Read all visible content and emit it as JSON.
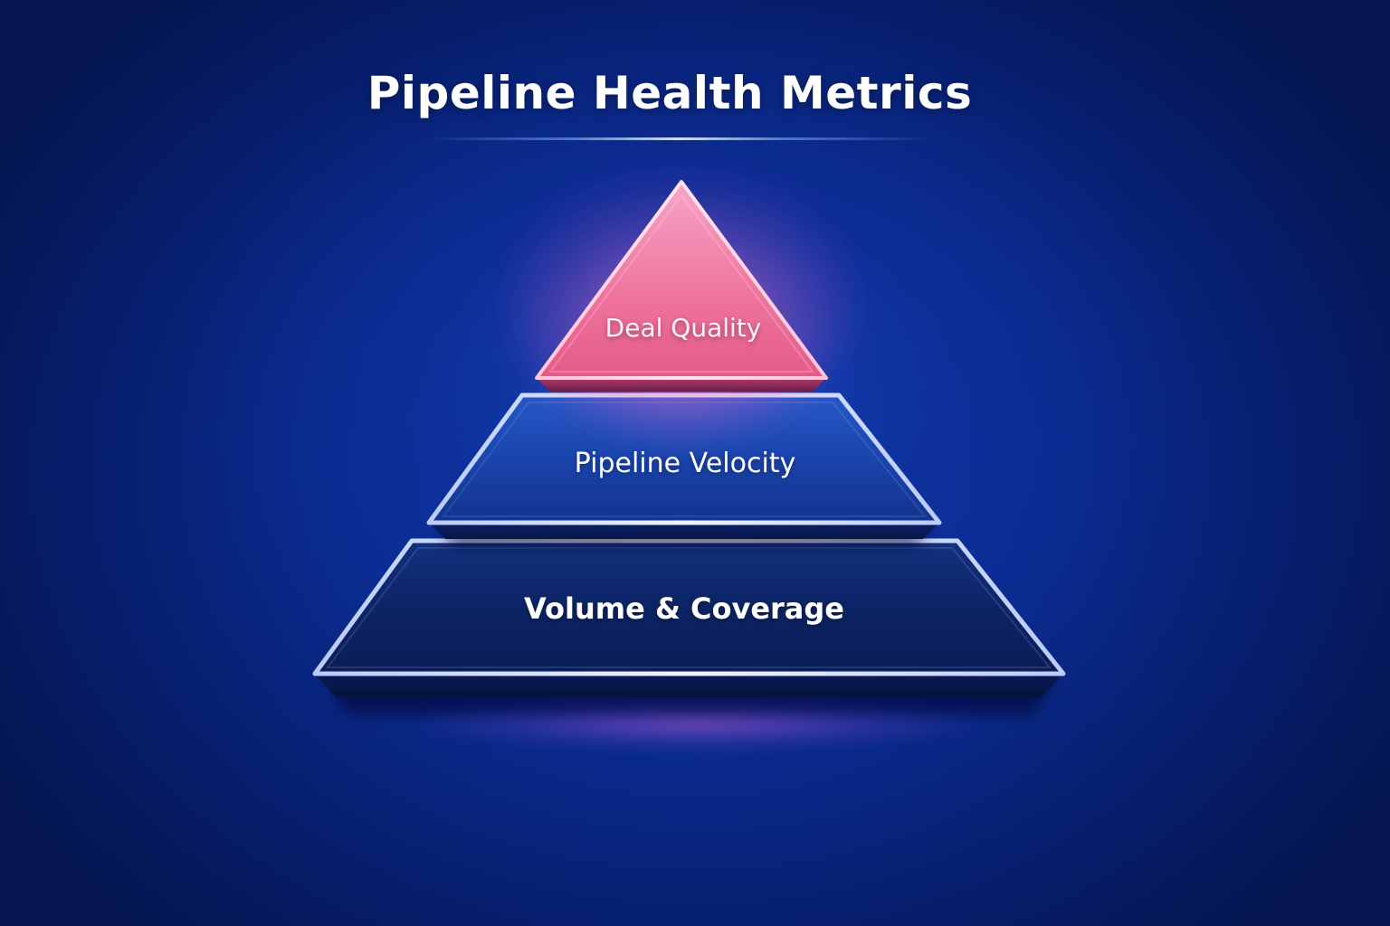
{
  "title": "Pipeline Health Metrics",
  "pyramid": {
    "tiers": [
      {
        "level": 1,
        "position": "top",
        "label": "Deal Quality",
        "color": "#e8608f",
        "shape": "triangle"
      },
      {
        "level": 2,
        "position": "middle",
        "label": "Pipeline Velocity",
        "color": "#1a45b8",
        "shape": "trapezoid"
      },
      {
        "level": 3,
        "position": "bottom",
        "label": "Volume & Coverage",
        "color": "#0c2570",
        "shape": "trapezoid"
      }
    ]
  },
  "colors": {
    "background": "#0a2a8e",
    "accent_pink": "#f06b98",
    "outline": "#c9d8ff",
    "text": "#ffffff"
  }
}
